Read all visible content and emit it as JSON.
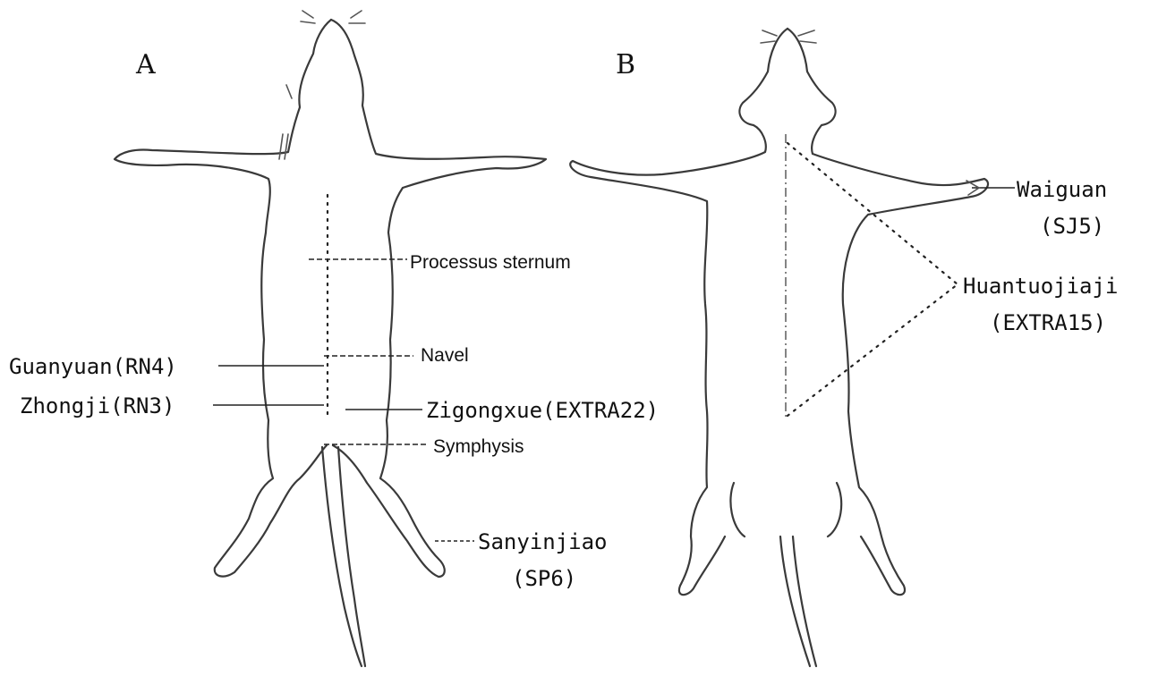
{
  "panels": [
    {
      "id": "A",
      "label": "A"
    },
    {
      "id": "B",
      "label": "B"
    }
  ],
  "panel_a_labels": {
    "processus_sternum": "Processus sternum",
    "navel": "Navel",
    "guanyuan": "Guanyuan(RN4)",
    "zhongji": "Zhongji(RN3)",
    "zigongxue": "Zigongxue(EXTRA22)",
    "symphysis": "Symphysis",
    "sanyinjiao": "Sanyinjiao",
    "sanyinjiao_code": "(SP6)"
  },
  "panel_b_labels": {
    "waiguan": "Waiguan",
    "waiguan_code": "(SJ5)",
    "huantuojiaji": "Huantuojiaji",
    "huantuojiaji_code": "(EXTRA15)"
  }
}
